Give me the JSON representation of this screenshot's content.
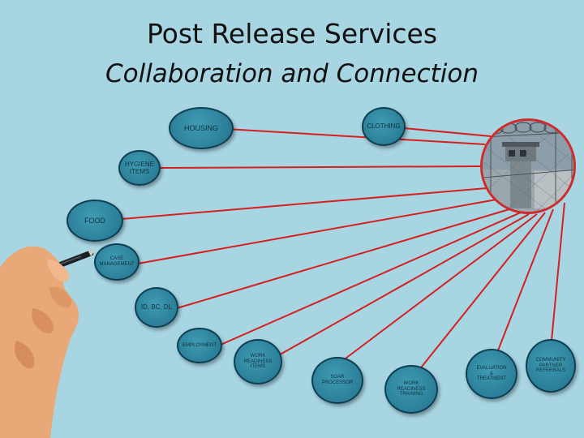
{
  "title": "Post Release Services",
  "subtitle": "Collaboration and Connection",
  "nodes": {
    "housing": "HOUSING",
    "clothing": "CLOTHING",
    "hygiene": "HYGIENE\nITEMS",
    "food": "FOOD",
    "case_management": "CASE\nMANAGEMENT",
    "id_bc_dl": "ID, BC, DL",
    "employment": "EMPLOYMENT",
    "work_readiness_items": "WORK\nREADINESS\nITEMS",
    "soar_processor": "SOAR\nPROCESSOR",
    "work_readiness_training": "WORK\nREADINESS\nTRAINING",
    "evaluation_treatment": "EVALUATION\n&\nTREATMENT",
    "community_partner_referrals": "COMMUNITY\nPARTNER\nREFERRALS"
  },
  "colors": {
    "background": "#a8d5e2",
    "node_fill": "#2b7f98",
    "connector": "#d42020"
  },
  "images": {
    "hub": "prison-watchtower-image",
    "hand": "hand-with-pen-image"
  }
}
